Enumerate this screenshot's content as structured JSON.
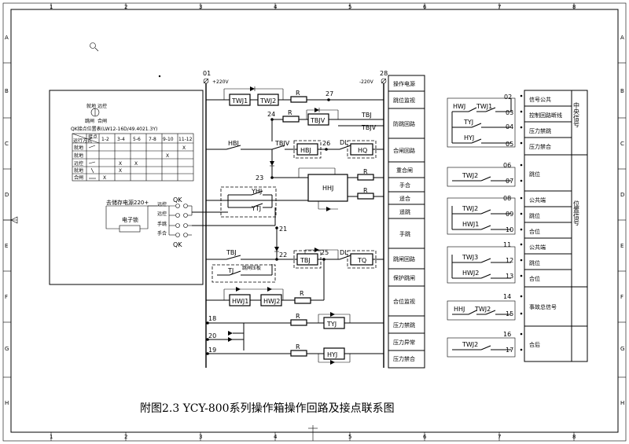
{
  "caption": "附图2.3 YCY-800系列操作箱操作回路及接点联系图",
  "border": {
    "columns": [
      "1",
      "2",
      "3",
      "4",
      "5",
      "6",
      "7",
      "8"
    ],
    "rows": [
      "A",
      "B",
      "C",
      "D",
      "E",
      "F",
      "G",
      "H"
    ]
  },
  "qk_table": {
    "title": "QK接点位置表(LW12-16D/49.4021.3Y)",
    "header": [
      "运行方式",
      "接点",
      "1-2",
      "3-4",
      "5-6",
      "7-8",
      "9-10",
      "11-12"
    ],
    "rows": [
      {
        "mode": "就地",
        "marks": [
          "",
          "",
          "",
          "",
          "",
          "X"
        ]
      },
      {
        "mode": "就地",
        "marks": [
          "",
          "",
          "",
          "",
          "X",
          ""
        ]
      },
      {
        "mode": "远控",
        "marks": [
          "",
          "X",
          "X",
          "",
          "",
          ""
        ]
      },
      {
        "mode": "就地",
        "marks": [
          "",
          "X",
          "",
          "",
          "",
          ""
        ]
      },
      {
        "mode": "合闸",
        "marks": [
          "X",
          "",
          "",
          "",
          "",
          ""
        ]
      }
    ],
    "switch_labels": [
      "就地",
      "远控",
      "跳闸",
      "合闸"
    ]
  },
  "left_circuit": {
    "power": "去储存电源220+",
    "lock": "电子锁",
    "qk": "QK",
    "qk_bottom": "QK",
    "positions": [
      "远控",
      "远控",
      "手跳",
      "手合"
    ]
  },
  "nodes": {
    "n01": "01",
    "n02": "02",
    "n03": "03",
    "n04": "04",
    "n05": "05",
    "n06": "06",
    "n07": "07",
    "n08": "08",
    "n09": "09",
    "n10": "10",
    "n11": "11",
    "n12": "12",
    "n13": "13",
    "n14": "14",
    "n15": "15",
    "n16": "16",
    "n17": "17",
    "n18": "18",
    "n19": "19",
    "n20": "20",
    "n21": "21",
    "n22": "22",
    "n23": "23",
    "n24": "24",
    "n25": "25",
    "n26": "26",
    "n27": "27",
    "n28": "28",
    "plus220": "+220V",
    "minus220": "-220V"
  },
  "components": {
    "TWJ1": "TWJ1",
    "TWJ2": "TWJ2",
    "R": "R",
    "TBJV": "TBJV",
    "TBJ": "TBJ",
    "HBJ": "HBJ",
    "DL": "DL",
    "HQ": "HQ",
    "HHJ": "HHJ",
    "YHJ": "YHJ",
    "YTJ": "YTJ",
    "TQ": "TQ",
    "TJ": "TJ",
    "HWJ1": "HWJ1",
    "HWJ2": "HWJ2",
    "TYJ": "TYJ",
    "HYJ": "HYJ",
    "tiaozha_yaban": "跳闸压板"
  },
  "function_column": [
    "操作电源",
    "跳位监视",
    "防跳回路",
    "合闸回路",
    "重合闸",
    "手合",
    "遥合",
    "遥跳",
    "手跳",
    "跳闸回路",
    "保护跳闸",
    "合位监视",
    "压力禁跳",
    "压力异常",
    "压力禁合"
  ],
  "right_contacts": {
    "HWJ": "HWJ",
    "TWJ1": "TWJ1",
    "TYJ": "TYJ",
    "HYJ": "HYJ",
    "TWJ2a": "TWJ2",
    "TWJ2b": "TWJ2",
    "HWJ1": "HWJ1",
    "TWJ3": "TWJ3",
    "HWJ2": "HWJ2",
    "HHJ": "HHJ",
    "TWJ2c": "TWJ2",
    "TWJ2d": "TWJ2"
  },
  "right_labels": [
    "信号公共",
    "控制回路断线",
    "压力禁跳",
    "压力禁合",
    "跳位",
    "公共端",
    "跳位",
    "合位",
    "公共端",
    "跳位",
    "合位",
    "事故总信号",
    "合后"
  ],
  "group_labels": {
    "central": "中央信号",
    "position": "位置信号"
  }
}
